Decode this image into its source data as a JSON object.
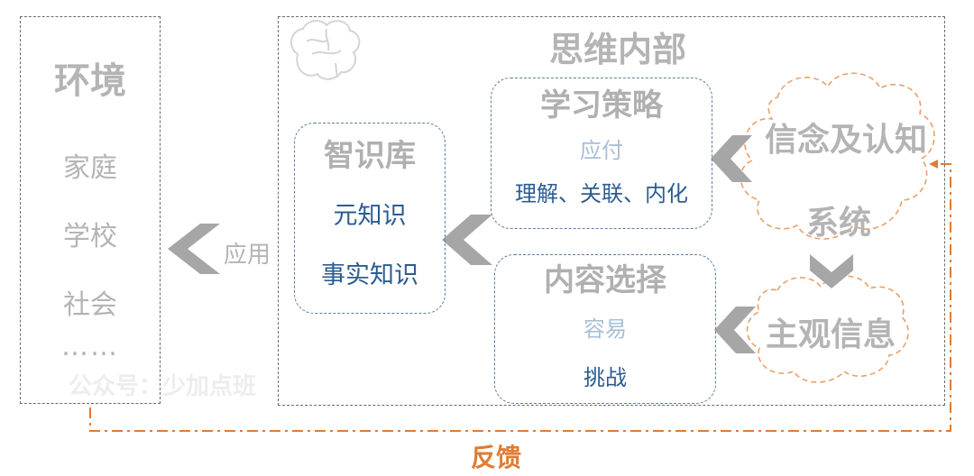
{
  "environment": {
    "title": "环境",
    "items": [
      "家庭",
      "学校",
      "社会",
      "……"
    ]
  },
  "application_label": "应用",
  "mind": {
    "title": "思维内部",
    "icon": "brain-icon"
  },
  "knowledge_base": {
    "title": "智识库",
    "items": [
      "元知识",
      "事实知识"
    ]
  },
  "learning_strategy": {
    "title": "学习策略",
    "light_item": "应付",
    "dark_item": "理解、关联、内化"
  },
  "content_selection": {
    "title": "内容选择",
    "light_item": "容易",
    "dark_item": "挑战"
  },
  "belief_system": {
    "line1": "信念及认知",
    "line2": "系统"
  },
  "subjective_info": "主观信息",
  "feedback_label": "反馈",
  "watermark": "公众号：少加点班",
  "colors": {
    "feedback": "#e07c32",
    "dark_blue_text": "#2c5c92",
    "light_blue_text": "#a9bfd8",
    "gray_text": "#b4b4b4",
    "chevron": "#a6a6a6"
  }
}
